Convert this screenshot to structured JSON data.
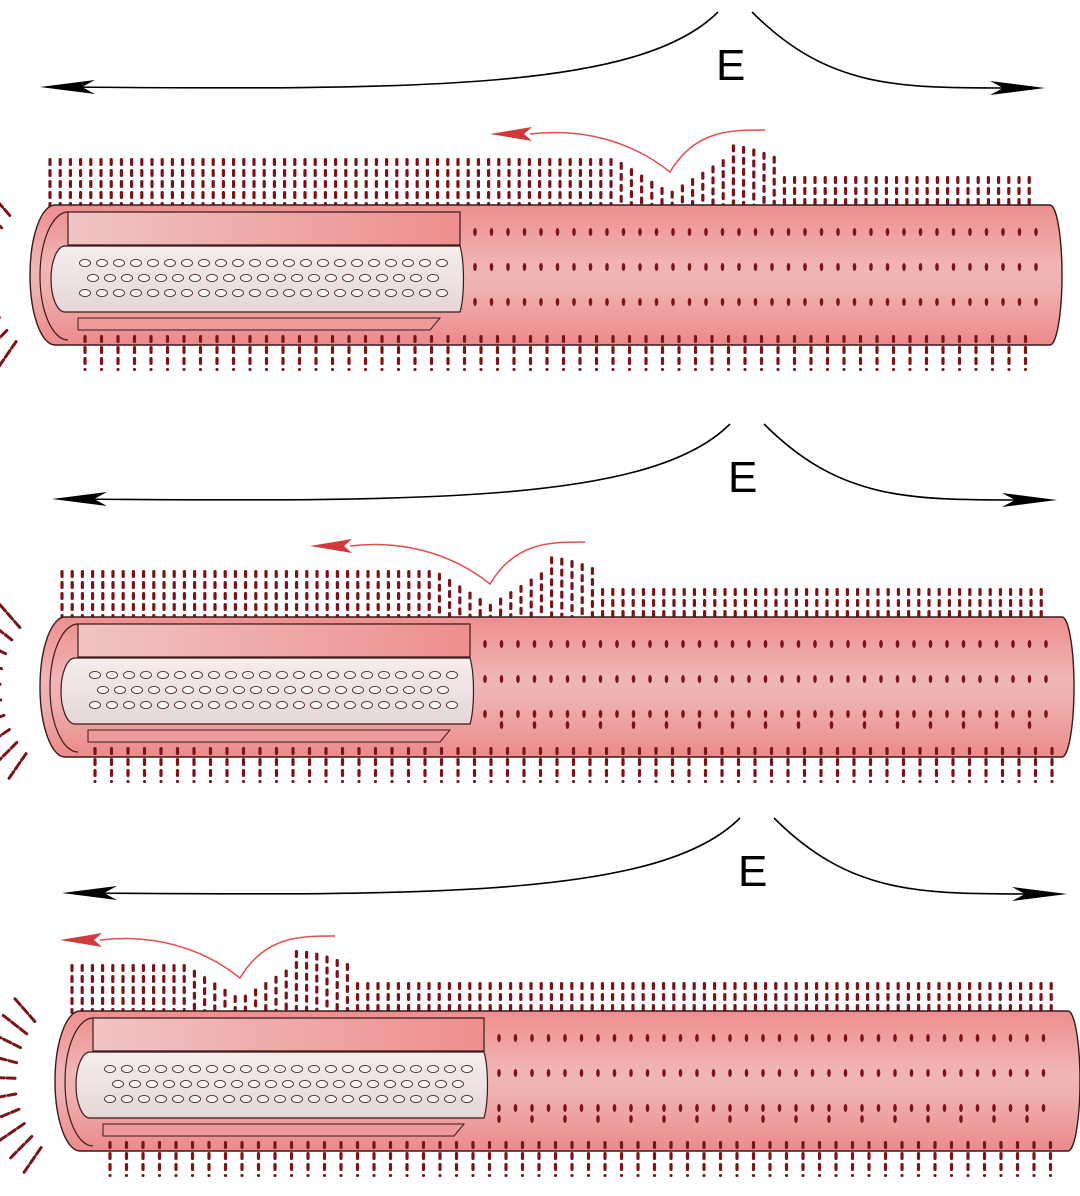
{
  "panels": [
    {
      "field_label": "E"
    },
    {
      "field_label": "E"
    },
    {
      "field_label": "E"
    }
  ],
  "colors": {
    "cylinder_dark": "#ee8c8c",
    "cylinder_light": "#f2c2c2",
    "inner_light": "#f3e8e8",
    "cilia": "#7a1418",
    "wave": "#e05050",
    "wave_arrow": "#d03a3a",
    "field_line": "#000000"
  }
}
